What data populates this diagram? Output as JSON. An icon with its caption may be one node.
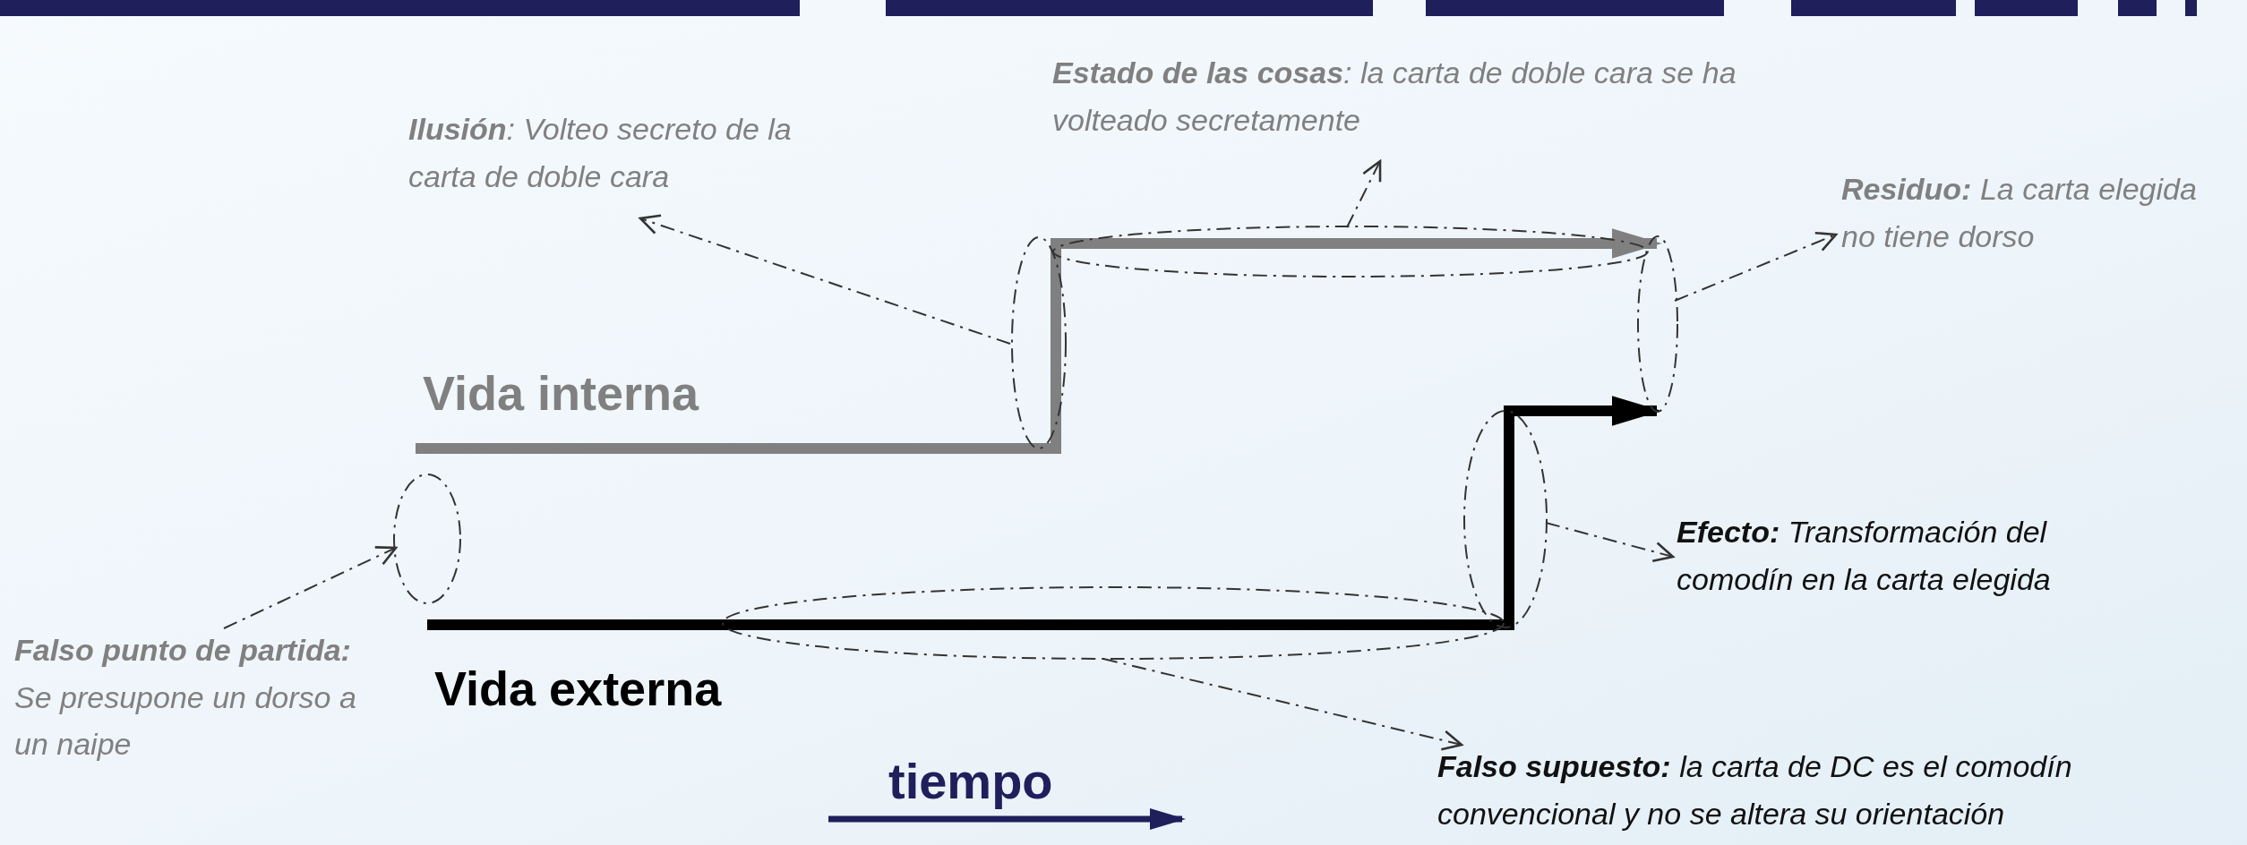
{
  "diagram": {
    "nodes": [
      {
        "text": [
          "**Estado de las cosas**: la carta de doble cara se ha volteado secretamente"
        ]
      },
      {
        "text": [
          "**Ilusión**: Volteo secreto de la carta de doble cara"
        ]
      },
      {
        "text": [
          "**Residuo:** La carta elegida no tiene dorso"
        ]
      },
      {
        "text": [],
        "shape": "ellipse"
      },
      {
        "text": [],
        "shape": "ellipse"
      },
      {
        "text": [],
        "shape": "ellipse"
      },
      {
        "text": [],
        "shape": "ellipse"
      },
      {
        "text": [],
        "shape": "ellipse"
      },
      {
        "text": [
          "**Efecto:** Transformación del comodín en la carta elegida"
        ]
      },
      {
        "text": [],
        "shape": "ellipse"
      },
      {
        "text": [
          "**Falso punto de partida:** Se presupone un dorso a un naipe"
        ]
      },
      {
        "text": [
          "**Falso supuesto:** la carta de DC es el comodín convencional y no se altera su orientación"
        ]
      }
    ],
    "edges": [
      {
        "from": 10,
        "to": 6,
        "arrow": "to"
      },
      {
        "from": 4,
        "to": 1,
        "arrow": "to"
      },
      {
        "from": 3,
        "to": 0,
        "arrow": "to"
      },
      {
        "from": 5,
        "to": 2,
        "arrow": "to"
      },
      {
        "from": 7,
        "to": 8,
        "arrow": "to"
      },
      {
        "from": 9,
        "to": 11,
        "arrow": "to"
      }
    ],
    "labels": [
      "Vida interna",
      "Vida externa",
      "tiempo"
    ]
  }
}
